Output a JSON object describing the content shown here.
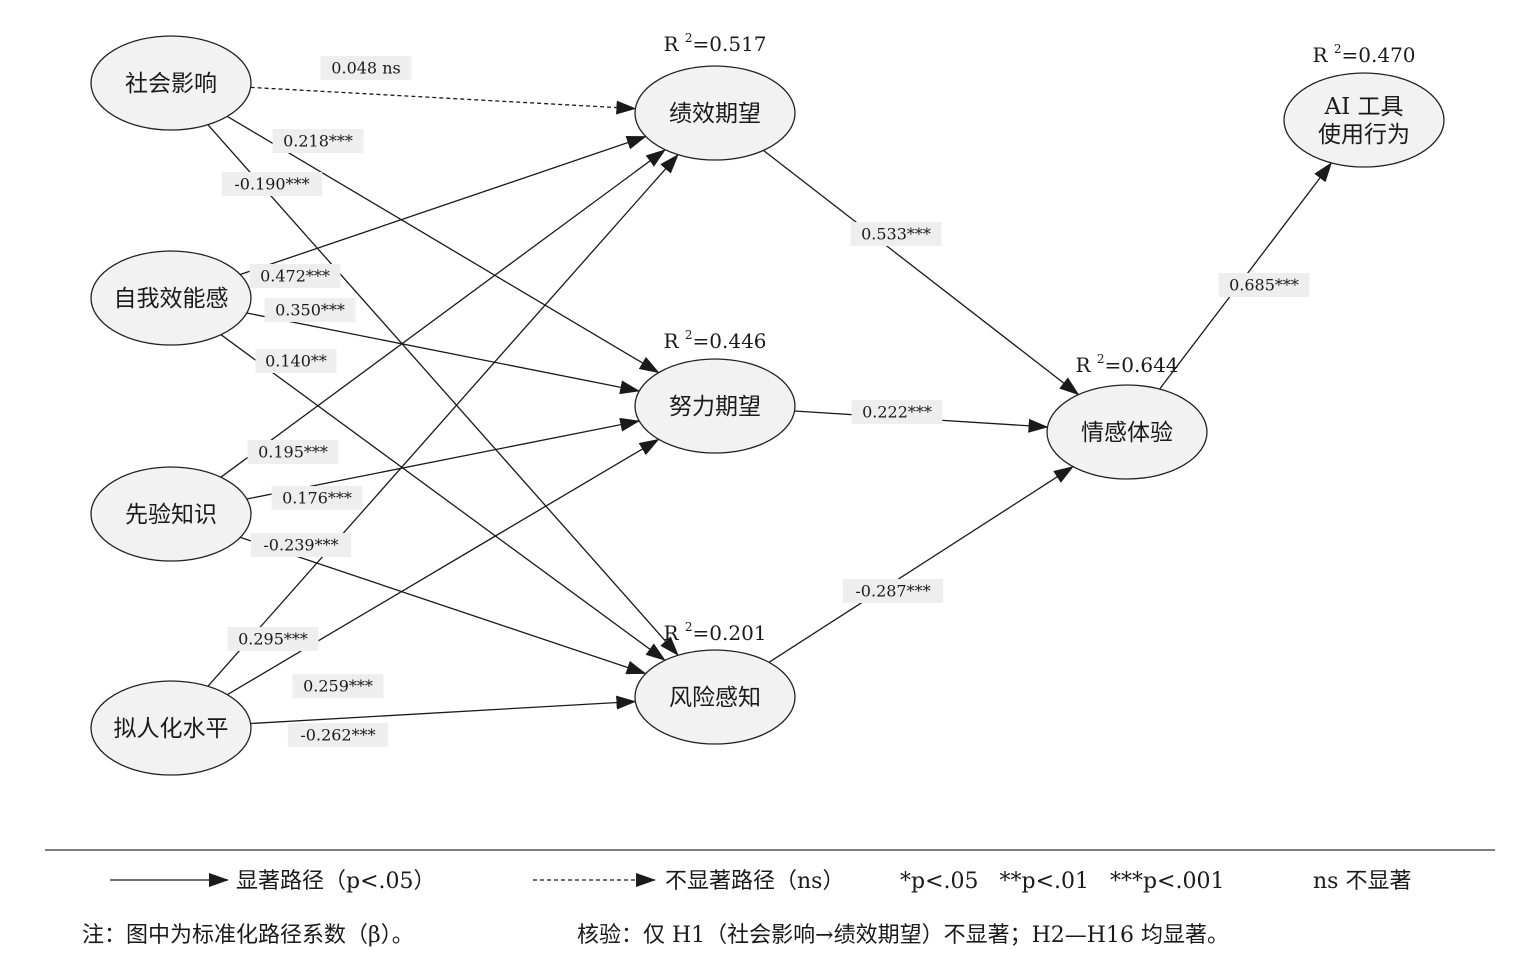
{
  "nodes": [
    {
      "id": "social",
      "label_lines": [
        "社会影响"
      ]
    },
    {
      "id": "selfeff",
      "label_lines": [
        "自我效能感"
      ]
    },
    {
      "id": "prior",
      "label_lines": [
        "先验知识"
      ]
    },
    {
      "id": "anthro",
      "label_lines": [
        "拟人化水平"
      ]
    },
    {
      "id": "perf",
      "label_lines": [
        "绩效期望"
      ],
      "r2": "0.517"
    },
    {
      "id": "effort",
      "label_lines": [
        "努力期望"
      ],
      "r2": "0.446"
    },
    {
      "id": "risk",
      "label_lines": [
        "风险感知"
      ],
      "r2": "0.201"
    },
    {
      "id": "emotion",
      "label_lines": [
        "情感体验"
      ],
      "r2": "0.644"
    },
    {
      "id": "usage",
      "label_lines": [
        "AI 工具",
        "使用行为"
      ],
      "r2": "0.470"
    }
  ],
  "r2_prefix": "R",
  "r2_sup": "2",
  "edges": [
    {
      "from": "social",
      "to": "perf",
      "label": "0.048 ns",
      "significant": false
    },
    {
      "from": "social",
      "to": "effort",
      "label": "0.218***",
      "significant": true
    },
    {
      "from": "social",
      "to": "risk",
      "label": "-0.190***",
      "significant": true
    },
    {
      "from": "selfeff",
      "to": "perf",
      "label": "0.472***",
      "significant": true
    },
    {
      "from": "selfeff",
      "to": "effort",
      "label": "0.350***",
      "significant": true
    },
    {
      "from": "selfeff",
      "to": "risk",
      "label": "0.140**",
      "significant": true
    },
    {
      "from": "prior",
      "to": "perf",
      "label": "0.195***",
      "significant": true
    },
    {
      "from": "prior",
      "to": "effort",
      "label": "0.176***",
      "significant": true
    },
    {
      "from": "prior",
      "to": "risk",
      "label": "-0.239***",
      "significant": true
    },
    {
      "from": "anthro",
      "to": "perf",
      "label": "0.295***",
      "significant": true
    },
    {
      "from": "anthro",
      "to": "effort",
      "label": "0.259***",
      "significant": true
    },
    {
      "from": "anthro",
      "to": "risk",
      "label": "-0.262***",
      "significant": true
    },
    {
      "from": "perf",
      "to": "emotion",
      "label": "0.533***",
      "significant": true
    },
    {
      "from": "effort",
      "to": "emotion",
      "label": "0.222***",
      "significant": true
    },
    {
      "from": "risk",
      "to": "emotion",
      "label": "-0.287***",
      "significant": true
    },
    {
      "from": "emotion",
      "to": "usage",
      "label": "0.685***",
      "significant": true
    }
  ],
  "legend": {
    "significant_path": "显著路径（p<.05）",
    "nonsignificant_path": "不显著路径（ns）",
    "sig_levels": "*p<.05   **p<.01   ***p<.001",
    "ns_meaning": "ns 不显著"
  },
  "notes": {
    "note": "注：图中为标准化路径系数（β）。",
    "check": "核验：仅 H1（社会影响→绩效期望）不显著；H2—H16 均显著。"
  }
}
